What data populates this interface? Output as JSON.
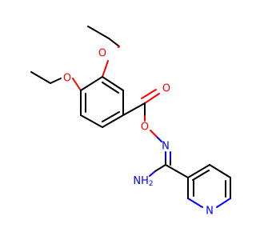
{
  "molecule": {
    "atoms": {
      "o_ether_top": {
        "symbol": "O"
      },
      "o_ether_left": {
        "symbol": "O"
      },
      "o_carbonyl": {
        "symbol": "O"
      },
      "o_ester": {
        "symbol": "O"
      },
      "n_imine": {
        "symbol": "N"
      },
      "n_amine": {
        "symbol": "N",
        "hydrogens": "H",
        "count": "2"
      },
      "n_pyridine": {
        "symbol": "N"
      }
    },
    "colors": {
      "carbon_bond": "#000000",
      "oxygen": "#ff0000",
      "nitrogen": "#0000ff",
      "background": "#ffffff"
    }
  }
}
